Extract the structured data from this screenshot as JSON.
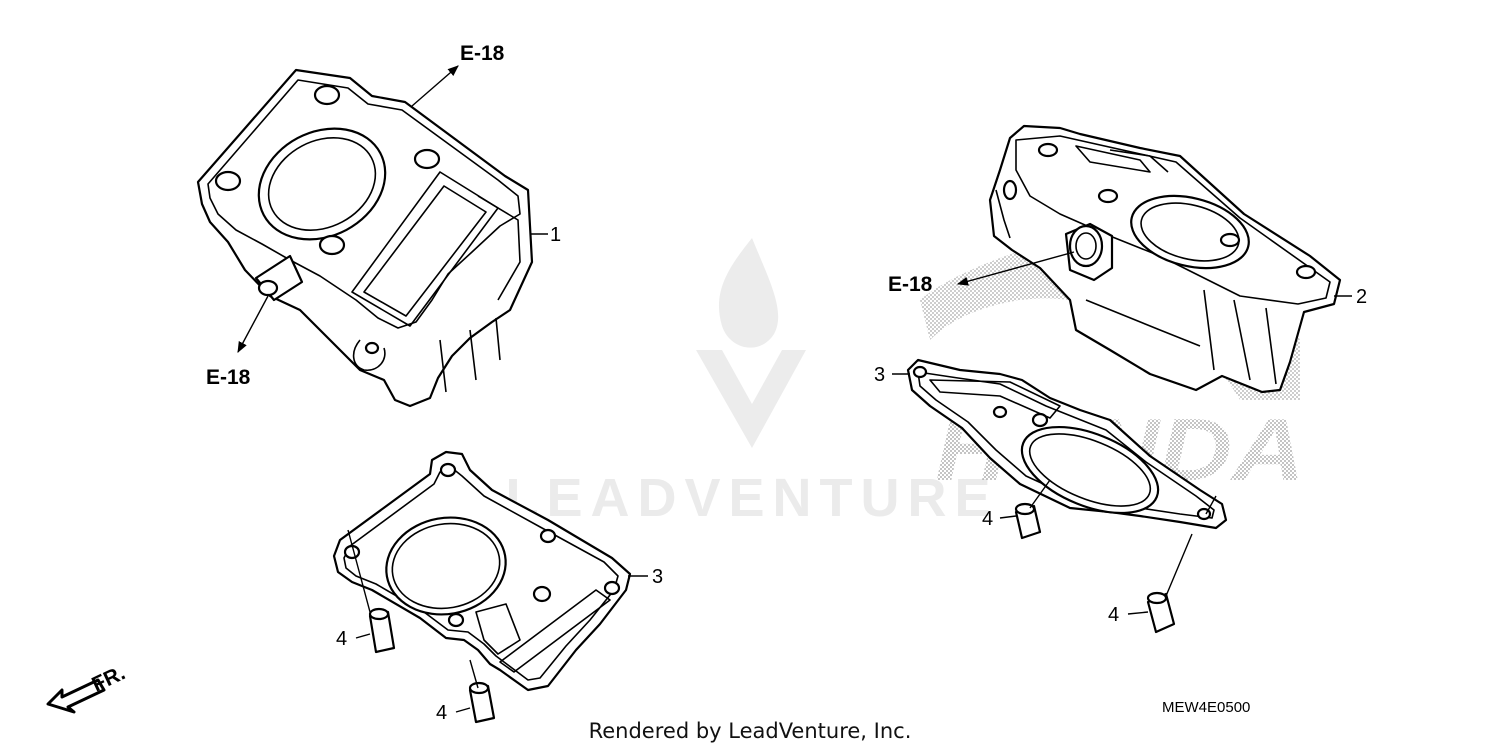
{
  "diagram": {
    "drawing_code": "MEW4E0500",
    "footer": "Rendered by LeadVenture, Inc.",
    "watermark_text": "LEADVENTURE",
    "brand_watermark": "HONDA",
    "front_indicator": "FR.",
    "references": {
      "top": "E-18",
      "left": "E-18",
      "right": "E-18"
    },
    "callouts": {
      "cylinder_left": "1",
      "cylinder_right": "2",
      "gasket_left": "3",
      "gasket_right": "3",
      "dowel_left_a": "4",
      "dowel_left_b": "4",
      "dowel_right_a": "4",
      "dowel_right_b": "4"
    },
    "colors": {
      "line": "#000000",
      "watermark": "#e6e6e6",
      "background": "#ffffff"
    }
  }
}
